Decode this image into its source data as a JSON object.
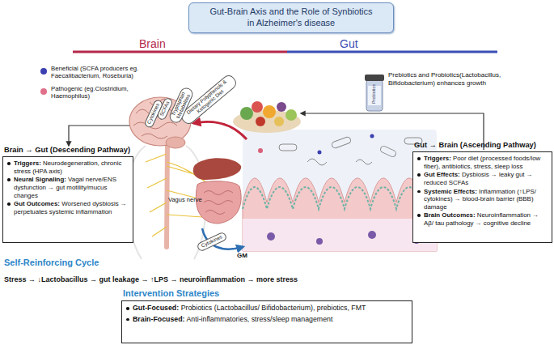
{
  "diagram": {
    "title": "Gut-Brain Axis and the Role of Synbiotics in Alzheimer's disease",
    "nodes": [
      {
        "text": [
          "Dietary Polyphenols & Ketogenic Diet"
        ]
      },
      {
        "text": [
          "Cytokines"
        ]
      },
      {
        "text": [
          "SCFAs"
        ]
      },
      {
        "text": [
          "Tryptophan Metabolites"
        ]
      },
      {
        "text": [
          "Brain → Gut (Descending Pathway)",
          "Triggers: Neurodegeneration, chronic stress (HPA axis)",
          "Neural Signaling: Vagal nerve/ENS dysfunction → gut motility/mucus changes",
          "Gut Outcomes: Worsened dysbiosis → perpetuates systemic inflammation"
        ]
      },
      {
        "text": [
          "Gut → Brain (Ascending Pathway)",
          "Triggers: Poor diet (processed foods/low fiber), antibiotics, stress, sleep loss",
          "Gut Effects: Dysbiosis → leaky gut → reduced SCFAs",
          "Systemic Effects: Inflammation (↑LPS/ cytokines) → blood-brain barrier (BBB) damage",
          "Brain Outcomes: Neuroinflammation → Aβ/ tau pathology → cognitive decline"
        ]
      },
      {
        "text": [
          "Cytokines"
        ]
      },
      {
        "text": [
          "Intervention Strategies",
          "Gut-Focused: Probiotics (Lactobacillus/ Bifidobacterium), prebiotics, FMT",
          "Brain-Focused: Anti-inflammatories, stress/sleep management"
        ]
      }
    ],
    "labels": [
      "Brain",
      "Gut",
      "Prebiotics and Probiotics(Lactobacillus, Bifidobacterium) enhances growth",
      "Probiotics",
      "Vagus nerve",
      "GM",
      "Self-Reinforcing Cycle",
      "Stress → ↓Lactobacillus → gut leakage → ↑LPS → neuroinflammation → more stress"
    ],
    "legend": [
      {
        "text": "Beneficial (SCFA producers eg. Faecalibacterium, Roseburia)",
        "color": "#3b3fb0"
      },
      {
        "text": "Pathogenic (eg.Clostridium, Haemophilus)",
        "color": "#e0708a"
      }
    ]
  }
}
